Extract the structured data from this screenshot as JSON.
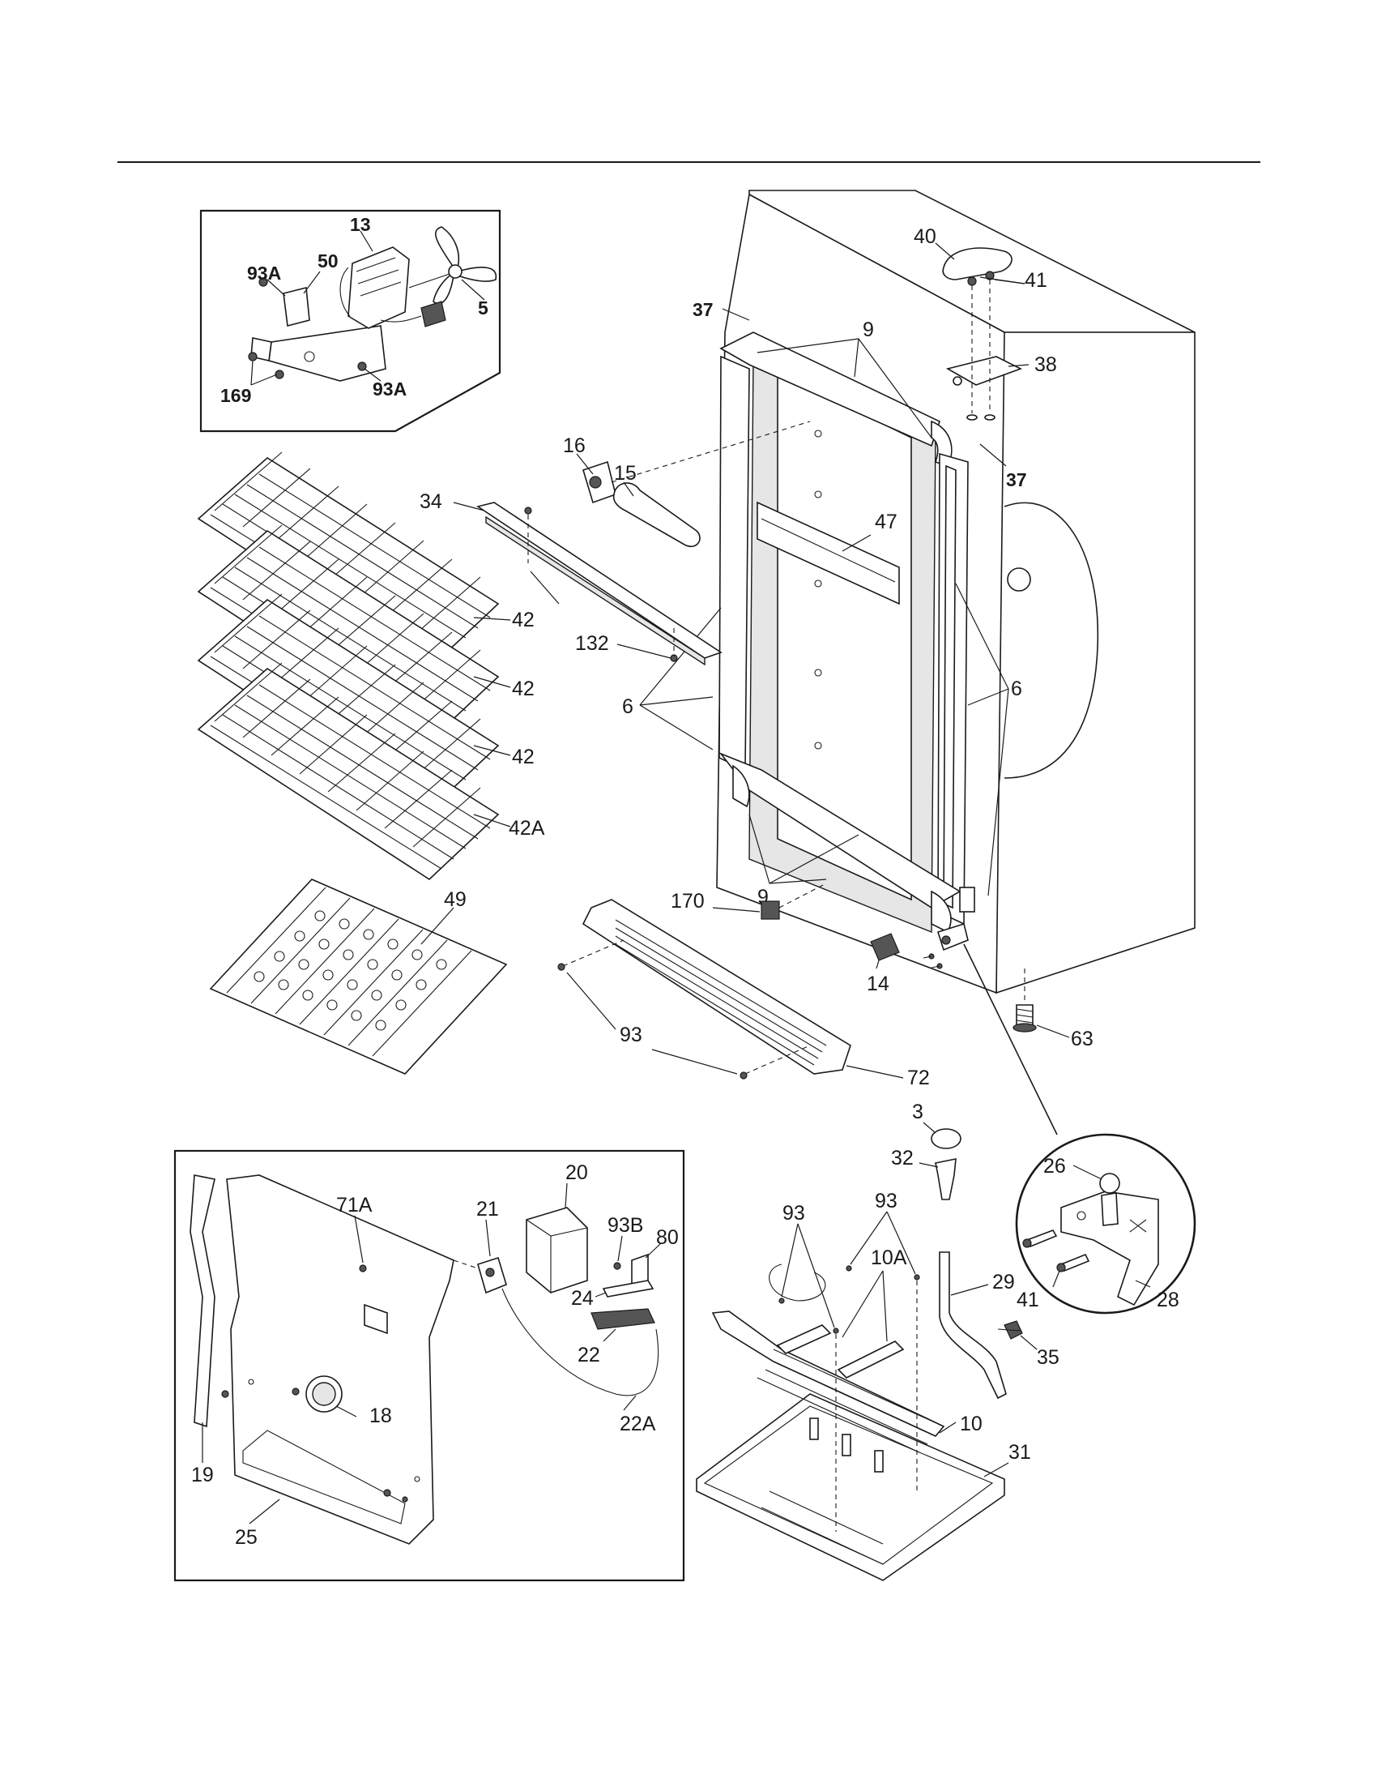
{
  "labels": {
    "l13": "13",
    "l93A_a": "93A",
    "l50": "50",
    "l5": "5",
    "l169": "169",
    "l93A_b": "93A",
    "l37_a": "37",
    "l9_top": "9",
    "l40": "40",
    "l41_top": "41",
    "l38": "38",
    "l37_b": "37",
    "l16": "16",
    "l15": "15",
    "l34": "34",
    "l47": "47",
    "l132": "132",
    "l42_a": "42",
    "l42_b": "42",
    "l42_c": "42",
    "l42A": "42A",
    "l6_left": "6",
    "l6_right": "6",
    "l49": "49",
    "l9_bot": "9",
    "l170": "170",
    "l14": "14",
    "l63": "63",
    "l93_front": "93",
    "l72": "72",
    "l71A": "71A",
    "l21": "21",
    "l20": "20",
    "l93B": "93B",
    "l80": "80",
    "l24": "24",
    "l22": "22",
    "l18": "18",
    "l22A": "22A",
    "l19": "19",
    "l25": "25",
    "l3": "3",
    "l32": "32",
    "l93_x": "93",
    "l93_y": "93",
    "l10A": "10A",
    "l29": "29",
    "l26": "26",
    "l41_bot": "41",
    "l28": "28",
    "l35": "35",
    "l10": "10",
    "l31": "31"
  }
}
